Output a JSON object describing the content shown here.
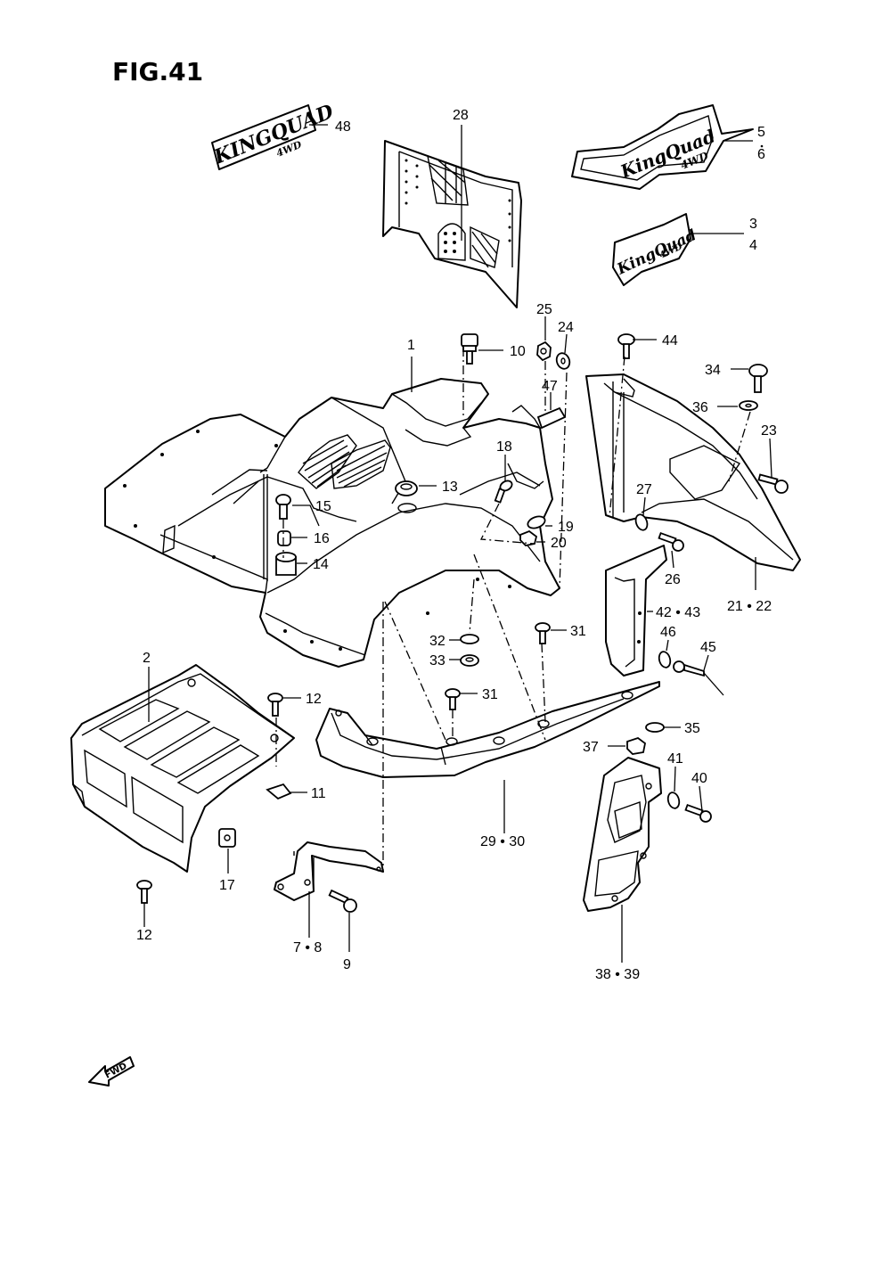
{
  "figure": {
    "title": "FIG.41"
  },
  "logos": {
    "kingquad_block": "KINGQUAD",
    "kingquad_block_sub": "4WD",
    "kingquad_script": "KingQuad",
    "kingquad_script_sub": "4WD"
  },
  "fwd_label": "FWD",
  "callouts": [
    {
      "id": "c48",
      "text": "48"
    },
    {
      "id": "c28",
      "text": "28"
    },
    {
      "id": "c5",
      "text": "5"
    },
    {
      "id": "c6",
      "text": "6"
    },
    {
      "id": "c3",
      "text": "3"
    },
    {
      "id": "c4",
      "text": "4"
    },
    {
      "id": "c25",
      "text": "25"
    },
    {
      "id": "c24",
      "text": "24"
    },
    {
      "id": "c1",
      "text": "1"
    },
    {
      "id": "c10",
      "text": "10"
    },
    {
      "id": "c44",
      "text": "44"
    },
    {
      "id": "c34",
      "text": "34"
    },
    {
      "id": "c36",
      "text": "36"
    },
    {
      "id": "c23",
      "text": "23"
    },
    {
      "id": "c47",
      "text": "47"
    },
    {
      "id": "c18",
      "text": "18"
    },
    {
      "id": "c13",
      "text": "13"
    },
    {
      "id": "c15",
      "text": "15"
    },
    {
      "id": "c16",
      "text": "16"
    },
    {
      "id": "c14",
      "text": "14"
    },
    {
      "id": "c19",
      "text": "19"
    },
    {
      "id": "c20",
      "text": "20"
    },
    {
      "id": "c27",
      "text": "27"
    },
    {
      "id": "c26",
      "text": "26"
    },
    {
      "id": "c21_22",
      "text": "21 • 22"
    },
    {
      "id": "c42_43",
      "text": "42 • 43"
    },
    {
      "id": "c46",
      "text": "46"
    },
    {
      "id": "c45",
      "text": "45"
    },
    {
      "id": "c31a",
      "text": "31"
    },
    {
      "id": "c32",
      "text": "32"
    },
    {
      "id": "c33",
      "text": "33"
    },
    {
      "id": "c31b",
      "text": "31"
    },
    {
      "id": "c2",
      "text": "2"
    },
    {
      "id": "c12a",
      "text": "12"
    },
    {
      "id": "c35",
      "text": "35"
    },
    {
      "id": "c37",
      "text": "37"
    },
    {
      "id": "c41",
      "text": "41"
    },
    {
      "id": "c40",
      "text": "40"
    },
    {
      "id": "c11",
      "text": "11"
    },
    {
      "id": "c29_30",
      "text": "29 • 30"
    },
    {
      "id": "c17",
      "text": "17"
    },
    {
      "id": "c12b",
      "text": "12"
    },
    {
      "id": "c7_8",
      "text": "7 • 8"
    },
    {
      "id": "c9",
      "text": "9"
    },
    {
      "id": "c38_39",
      "text": "38 • 39"
    }
  ]
}
